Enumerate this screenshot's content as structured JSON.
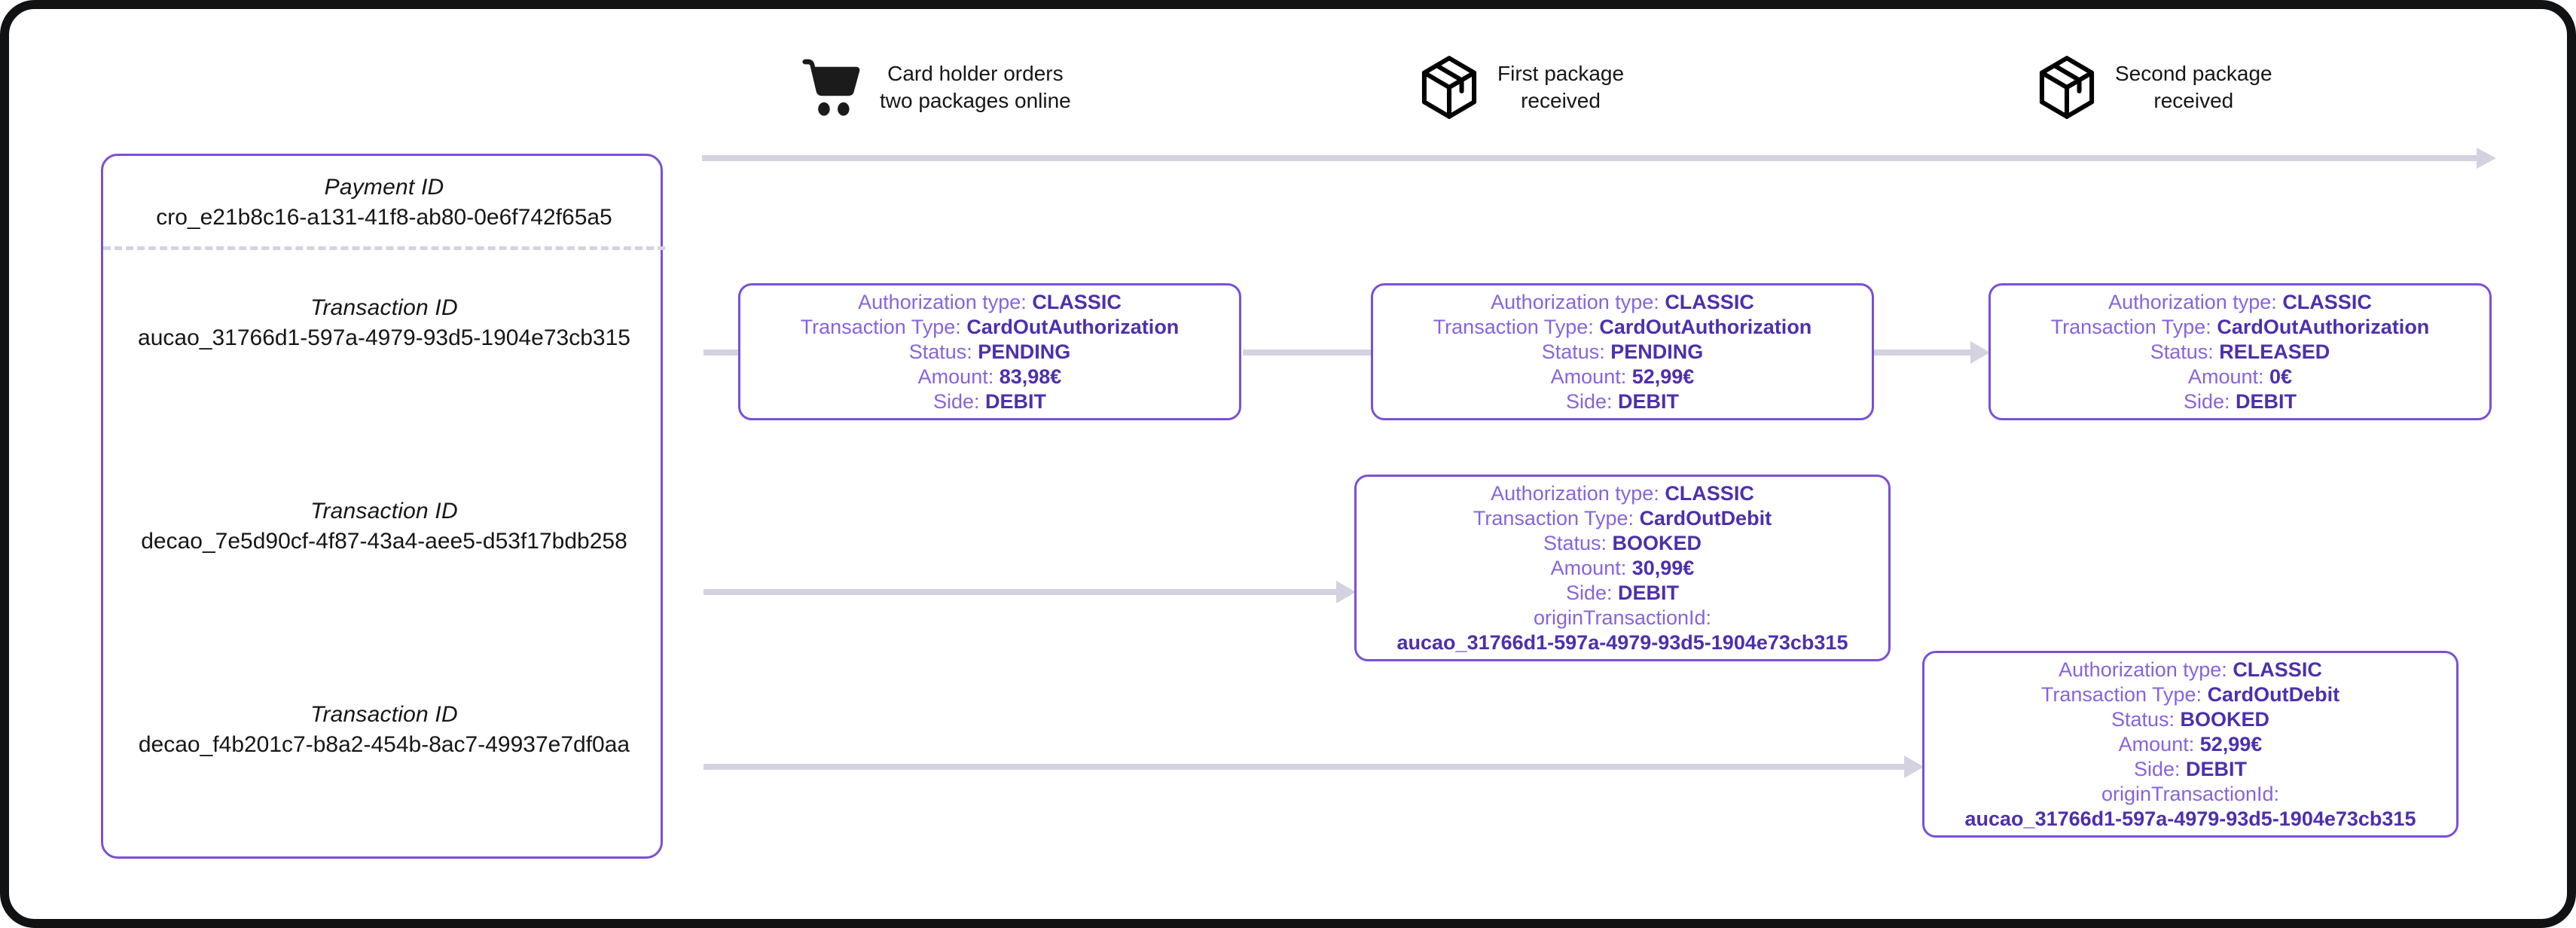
{
  "left_panel": {
    "payment": {
      "label": "Payment ID",
      "value": "cro_e21b8c16-a131-41f8-ab80-0e6f742f65a5"
    },
    "transactions": [
      {
        "label": "Transaction ID",
        "value": "aucao_31766d1-597a-4979-93d5-1904e73cb315"
      },
      {
        "label": "Transaction ID",
        "value": "decao_7e5d90cf-4f87-43a4-aee5-d53f17bdb258"
      },
      {
        "label": "Transaction ID",
        "value": "decao_f4b201c7-b8a2-454b-8ac7-49937e7df0aa"
      }
    ]
  },
  "timeline": {
    "milestones": [
      {
        "icon": "shopping-cart-icon",
        "text": "Card holder orders\ntwo packages online"
      },
      {
        "icon": "package-box-icon",
        "text": "First package\nreceived"
      },
      {
        "icon": "package-box-icon",
        "text": "Second package\nreceived"
      }
    ]
  },
  "cards": [
    {
      "id": "authorization-pending-initial",
      "fields": [
        {
          "label": "Authorization type:",
          "value": "CLASSIC"
        },
        {
          "label": "Transaction Type:",
          "value": "CardOutAuthorization"
        },
        {
          "label": "Status:",
          "value": "PENDING"
        },
        {
          "label": "Amount:",
          "value": "83,98€"
        },
        {
          "label": "Side:",
          "value": "DEBIT"
        }
      ]
    },
    {
      "id": "authorization-pending-partial",
      "fields": [
        {
          "label": "Authorization type:",
          "value": "CLASSIC"
        },
        {
          "label": "Transaction Type:",
          "value": "CardOutAuthorization"
        },
        {
          "label": "Status:",
          "value": "PENDING"
        },
        {
          "label": "Amount:",
          "value": "52,99€"
        },
        {
          "label": "Side:",
          "value": "DEBIT"
        }
      ]
    },
    {
      "id": "authorization-released",
      "fields": [
        {
          "label": "Authorization type:",
          "value": "CLASSIC"
        },
        {
          "label": "Transaction Type:",
          "value": "CardOutAuthorization"
        },
        {
          "label": "Status:",
          "value": "RELEASED"
        },
        {
          "label": "Amount:",
          "value": "0€"
        },
        {
          "label": "Side:",
          "value": "DEBIT"
        }
      ]
    },
    {
      "id": "debit-first-package",
      "fields": [
        {
          "label": "Authorization type:",
          "value": "CLASSIC"
        },
        {
          "label": "Transaction Type:",
          "value": "CardOutDebit"
        },
        {
          "label": "Status:",
          "value": "BOOKED"
        },
        {
          "label": "Amount:",
          "value": "30,99€"
        },
        {
          "label": "Side:",
          "value": "DEBIT"
        }
      ],
      "origin_label": "originTransactionId:",
      "origin_value": "aucao_31766d1-597a-4979-93d5-1904e73cb315"
    },
    {
      "id": "debit-second-package",
      "fields": [
        {
          "label": "Authorization type:",
          "value": "CLASSIC"
        },
        {
          "label": "Transaction Type:",
          "value": "CardOutDebit"
        },
        {
          "label": "Status:",
          "value": "BOOKED"
        },
        {
          "label": "Amount:",
          "value": "52,99€"
        },
        {
          "label": "Side:",
          "value": "DEBIT"
        }
      ],
      "origin_label": "originTransactionId:",
      "origin_value": "aucao_31766d1-597a-4979-93d5-1904e73cb315"
    }
  ],
  "colors": {
    "card_border": "#7B4FD6",
    "label_text": "#8863DD",
    "value_text": "#4E2FAC",
    "connector": "#d3d2e0",
    "frame": "#111214"
  }
}
